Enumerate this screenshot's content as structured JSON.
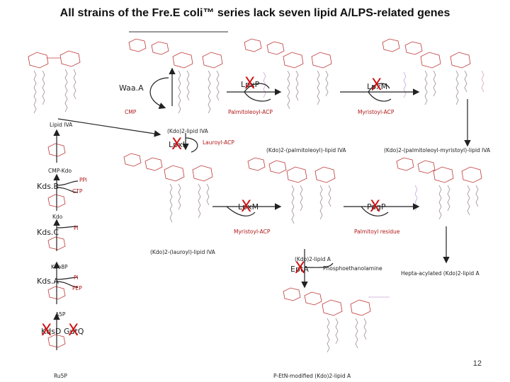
{
  "title": "All strains of the Fre.E coli™ series lack seven lipid A/LPS-related genes",
  "enzymes": {
    "waaA": "Waa.A",
    "lpxP": "LpxP",
    "lpxM_top": "LpxM",
    "lpxL": "LpxL",
    "lpxM_mid": "LpxM",
    "pagP": "PagP",
    "eptA": "EptA",
    "kdsB": "Kds.B",
    "kdsC": "Kds.C",
    "kdsA": "Kds.A",
    "kdsD": "KdsD",
    "gutQ": "GutQ"
  },
  "labels": {
    "cmp": "CMP",
    "palmitoleoyl_acp": "Palmitoleoyl-ACP",
    "myristoyl_acp_top": "Myristoyl-ACP",
    "lipid_iva": "Lipid IVA",
    "kdo2_lipid_iva": "(Kdo)2-lipid IVA",
    "lauroyl_acp": "Lauroyl-ACP",
    "kdo2_palmitoleoyl": "(Kdo)2-(palmitoleoyl)-lipid IVA",
    "kdo2_palm_myr": "(Kdo)2-(palmitoleoyl-myristoyl)-lipid IVA",
    "cmp_kdo": "CMP-Kdo",
    "ppi": "PPi",
    "ctp": "CTP",
    "kdo": "Kdo",
    "pi_1": "Pi",
    "myristoyl_acp_mid": "Myristoyl-ACP",
    "palmitoyl_residue": "Palmitoyl residue",
    "kdo2_lauroyl": "(Kdo)2-(lauroyl)-lipid IVA",
    "kdo2_lipid_a": "(Kdo)2-lipid A",
    "phosphoethanolamine": "Phosphoethanolamine",
    "hepta_acylated": "Hepta-acylated (Kdo)2-lipid A",
    "kdo8p": "Kdo8P",
    "pi_2": "Pi",
    "pep": "PEP",
    "a5p": "A5P",
    "ru5p": "Ru5P",
    "p_etn_modified": "P-EtN-modified (Kdo)2-lipid A"
  },
  "knockout_mark": "X",
  "page_number": "12",
  "colors": {
    "knockout": "#d01010",
    "structure": "#c03a3a",
    "chain": "#9a8a8a",
    "added_chain": "#c9a0d8",
    "added_chain_2": "#d9a0b8",
    "arrow": "#222222"
  }
}
